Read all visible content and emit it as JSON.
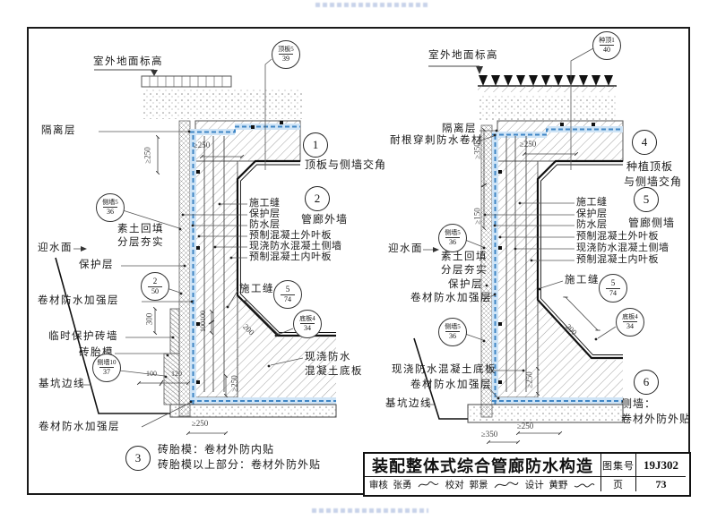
{
  "title_block": {
    "title": "装配整体式综合管廊防水构造",
    "atlas_label": "图集号",
    "atlas_number": "19J302",
    "page_label": "页",
    "page_number": "73",
    "reviewer_label": "审核",
    "reviewer_name": "张勇",
    "checker_label": "校对",
    "checker_name": "郭景",
    "designer_label": "设计",
    "designer_name": "黄野"
  },
  "left": {
    "ground_level": "室外地面标高",
    "isolation": "隔离层",
    "water_face": "迎水面",
    "backfill1": "素土回填",
    "backfill2": "分层夯实",
    "protection": "保护层",
    "reinforce_mid": "卷材防水加强层",
    "temp_brick": "临时保护砖墙",
    "brick_mold": "砖胎模",
    "pit_edge": "基坑边线",
    "reinforce_bottom": "卷材防水加强层",
    "joint": "施工缝",
    "cast_slab1": "现浇防水",
    "cast_slab2": "混凝土底板",
    "layers": [
      "施工缝",
      "保护层",
      "防水层",
      "预制混凝土外叶板",
      "现浇防水混凝土侧墙",
      "预制混凝土内叶板"
    ],
    "bubbles": {
      "top_t": "顶板5",
      "top_b": "39",
      "wall_up_t": "侧墙5",
      "wall_up_b": "36",
      "ref2_t": "2",
      "ref2_b": "50",
      "wall_low_t": "侧墙10",
      "wall_low_b": "37",
      "joint_t": "5",
      "joint_b": "74",
      "slab_t": "底板4",
      "slab_b": "34"
    },
    "dims": {
      "v250top": "≥250",
      "h250top": "≥250",
      "v300": "300",
      "v100a": "100",
      "v100b": "100",
      "h100": "100",
      "h120": "120",
      "s200": "200",
      "v250bot": "≥250",
      "h250bot": "≥250"
    },
    "c1": "1",
    "c1_cap": "顶板与侧墙交角",
    "c2": "2",
    "c2_cap": "管廊外墙",
    "c3": "3",
    "c3_l1": "砖胎模：卷材外防内贴",
    "c3_l2": "砖胎模以上部分：卷材外防外贴"
  },
  "right": {
    "ground_level": "室外地面标高",
    "isolation": "隔离层",
    "root_membrane": "耐根穿刺防水卷材",
    "water_face": "迎水面",
    "backfill1": "素土回填",
    "backfill2": "分层夯实",
    "protection": "保护层",
    "reinforce_mid": "卷材防水加强层",
    "cast_slab": "现浇防水混凝土底板",
    "reinforce_bottom": "卷材防水加强层",
    "pit_edge": "基坑边线",
    "joint": "施工缝",
    "layers": [
      "施工缝",
      "保护层",
      "防水层",
      "预制混凝土外叶板",
      "现浇防水混凝土侧墙",
      "预制混凝土内叶板"
    ],
    "bubbles": {
      "top_t": "种顶1",
      "top_b": "40",
      "wall_up_t": "侧墙5",
      "wall_up_b": "36",
      "wall_low_t": "侧墙5",
      "wall_low_b": "36",
      "joint_t": "5",
      "joint_b": "74",
      "slab_t": "底板4",
      "slab_b": "34"
    },
    "dims": {
      "v350": "≥350",
      "v150": "≥150",
      "h250top": "≥250",
      "s200": "200",
      "v250bot": "≥250",
      "h250bot": "≥250",
      "h350bot": "≥350"
    },
    "c4": "4",
    "c4_l1": "种植顶板",
    "c4_l2": "与侧墙交角",
    "c5": "5",
    "c5_cap": "管廊侧墙",
    "c6": "6",
    "c6_l1": "侧墙：",
    "c6_l2": "卷材外防外贴"
  }
}
